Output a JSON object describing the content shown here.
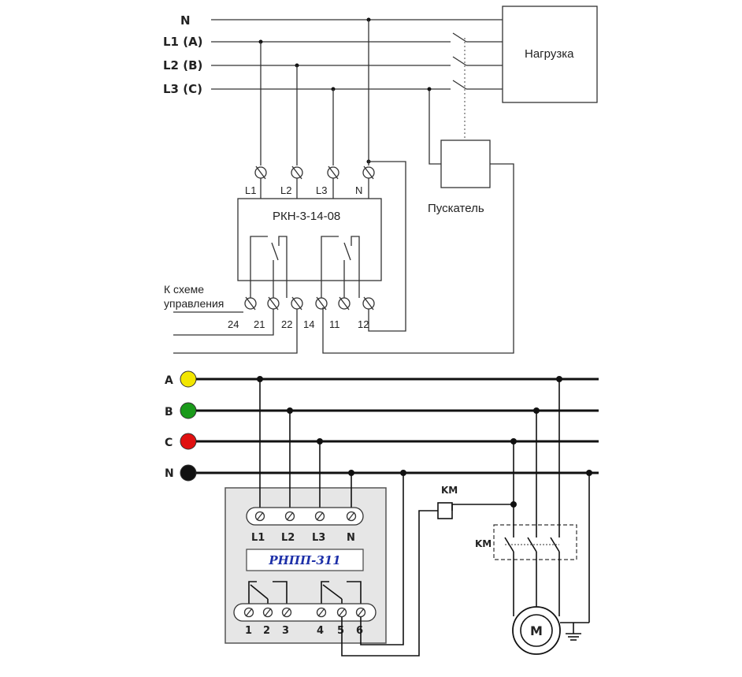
{
  "top": {
    "lines": [
      "N",
      "L1 (A)",
      "L2 (B)",
      "L3 (C)"
    ],
    "load": "Нагрузка",
    "starter": "Пускатель",
    "relay": "РКН-3-14-08",
    "inputs": [
      "L1",
      "L2",
      "L3",
      "N"
    ],
    "outputs": [
      "24",
      "21",
      "22",
      "14",
      "11",
      "12"
    ],
    "control_label_1": "К схеме",
    "control_label_2": "управления"
  },
  "bottom": {
    "phases": [
      {
        "label": "A",
        "color": "#f2e600"
      },
      {
        "label": "B",
        "color": "#1a9a1a"
      },
      {
        "label": "C",
        "color": "#e01010"
      },
      {
        "label": "N",
        "color": "#111111"
      }
    ],
    "relay": "РНПП-311",
    "inputs": [
      "L1",
      "L2",
      "L3",
      "N"
    ],
    "outputs": [
      "1",
      "2",
      "3",
      "4",
      "5",
      "6"
    ],
    "coil": "KM",
    "contactor": "KM",
    "motor": "M"
  }
}
